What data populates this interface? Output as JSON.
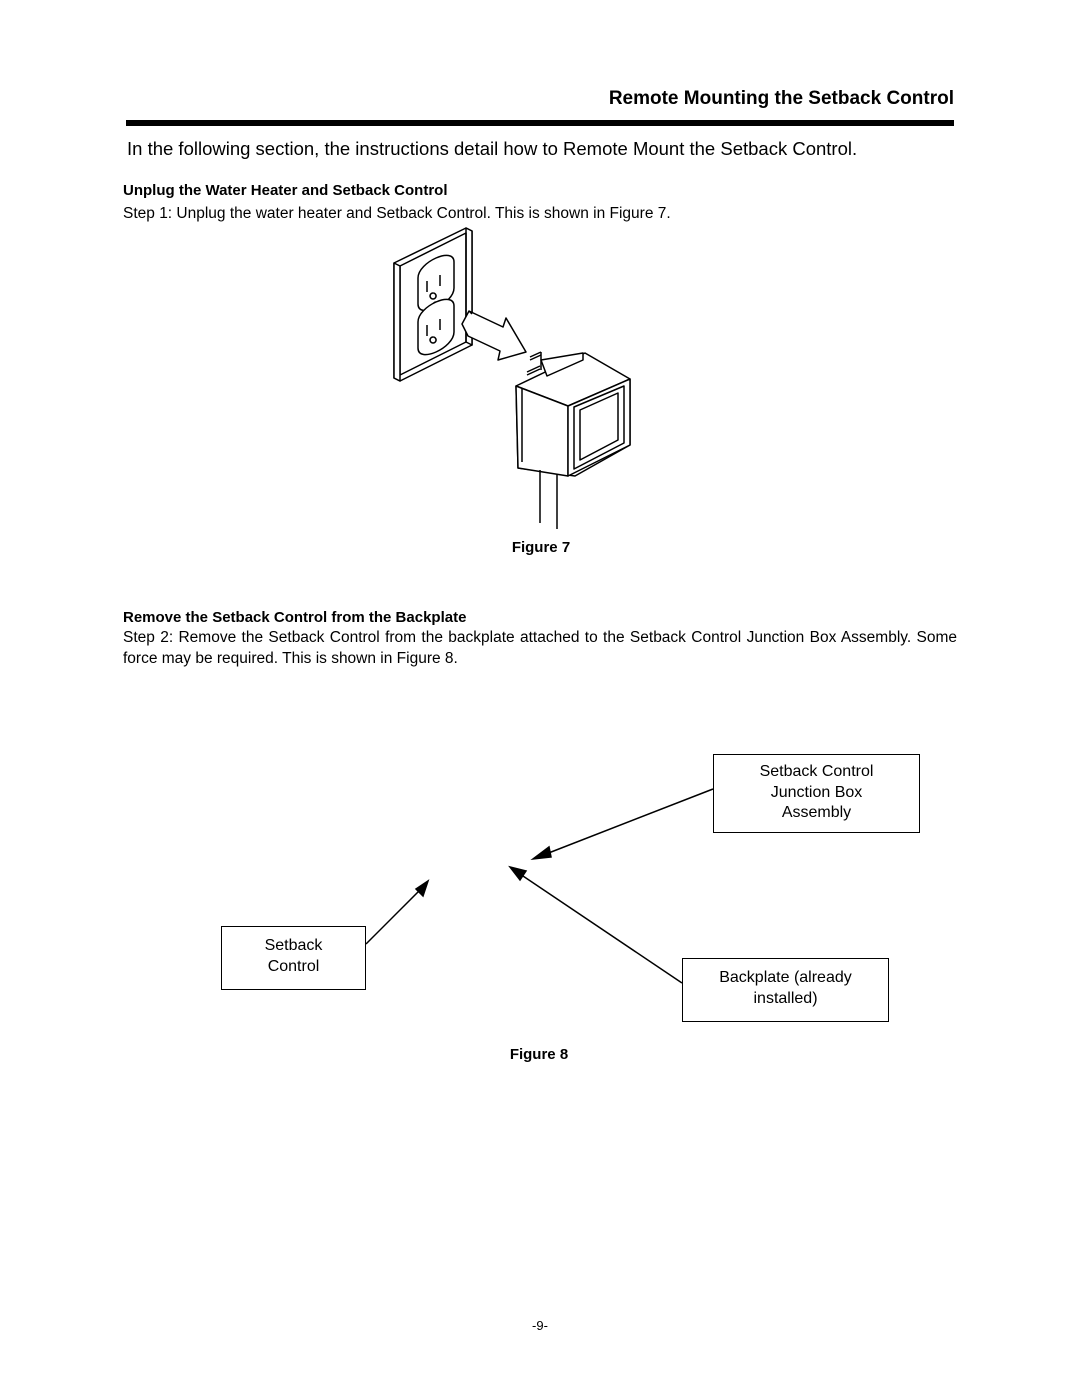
{
  "header": {
    "title": "Remote Mounting the Setback Control"
  },
  "intro": "In the following section, the instructions detail how to Remote Mount the Setback Control.",
  "section1": {
    "heading": "Unplug the Water Heater and Setback Control",
    "step": "Step 1:  Unplug the water heater and Setback Control.  This is shown in Figure 7.",
    "figure_caption": "Figure 7"
  },
  "section2": {
    "heading": "Remove the Setback Control from the Backplate",
    "step": "Step 2:  Remove the Setback Control from the backplate attached to the Setback Control Junction Box Assembly.  Some force may be required.  This is shown in Figure 8.",
    "figure_caption": "Figure 8",
    "labels": {
      "junction_box": [
        "Setback Control",
        "Junction Box",
        "Assembly"
      ],
      "setback_control": [
        "Setback",
        "Control"
      ],
      "backplate": [
        "Backplate (already",
        "installed)"
      ]
    }
  },
  "footer": {
    "page_number": "-9-"
  }
}
